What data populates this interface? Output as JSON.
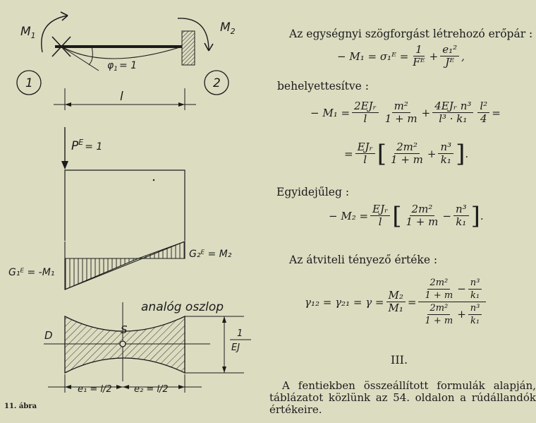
{
  "figure": {
    "labels": {
      "m1": "M",
      "m1_sub": "1",
      "m2": "M",
      "m2_sub": "2",
      "phi": "φ",
      "phi_sub": "1",
      "phi_val": "= 1",
      "node1": "1",
      "node2": "2",
      "length": "l",
      "load": "P",
      "load_sup": "E",
      "load_val": "= 1",
      "sigma_left": "G₁ᴱ = -M₁",
      "sigma_right": "G₂ᴱ = M₂",
      "analog": "analóg oszlop",
      "point_s": "S",
      "point_d": "D",
      "ratio_num": "1",
      "ratio_den": "EJ",
      "e1": "e₁ = l/2",
      "e2": "e₂ = l/2"
    },
    "caption": "11. ábra"
  },
  "text": {
    "intro": "Az egységnyi szögforgást létrehozó erőpár :",
    "substituted": "behelyettesítve :",
    "likewise": "Egyidejűleg :",
    "transfer": "Az átviteli tényező értéke :",
    "section": "III.",
    "closing": "A fentiekben összeállított formulák alapján, táblázatot közlünk az 54. oldalon a rúdállandók értékeire."
  },
  "formulas": {
    "f1_lhs": "− M₁ = σ₁ᴱ =",
    "f1_a_num": "1",
    "f1_a_den": "Fᴱ",
    "f1_b_num": "e₁²",
    "f1_b_den": "Jᴱ",
    "f2_lhs": "− M₁ =",
    "f2_t1_num": "2EJᵣ",
    "f2_t1_den": "l",
    "f2_t2_num": "m²",
    "f2_t2_den": "1 + m",
    "f2_t3_num": "4EJᵣ n³",
    "f2_t3_den": "l³ · k₁",
    "f2_t4_num": "l²",
    "f2_t4_den": "4",
    "f3_t1_num": "EJᵣ",
    "f3_t1_den": "l",
    "f3_t2_num": "2m²",
    "f3_t2_den": "1 + m",
    "f3_t3_num": "n³",
    "f3_t3_den": "k₁",
    "f4_lhs": "− M₂ =",
    "f4_t1_num": "EJᵣ",
    "f4_t1_den": "l",
    "f4_t2_num": "2m²",
    "f4_t2_den": "1 + m",
    "f4_t3_num": "n³",
    "f4_t3_den": "k₁",
    "f5_lhs": "γ₁₂ = γ₂₁ = γ =",
    "f5_m_num": "M₂",
    "f5_m_den": "M₁",
    "f5_a_num": "2m²",
    "f5_a_den": "1 + m",
    "f5_b_num": "n³",
    "f5_b_den": "k₁"
  }
}
